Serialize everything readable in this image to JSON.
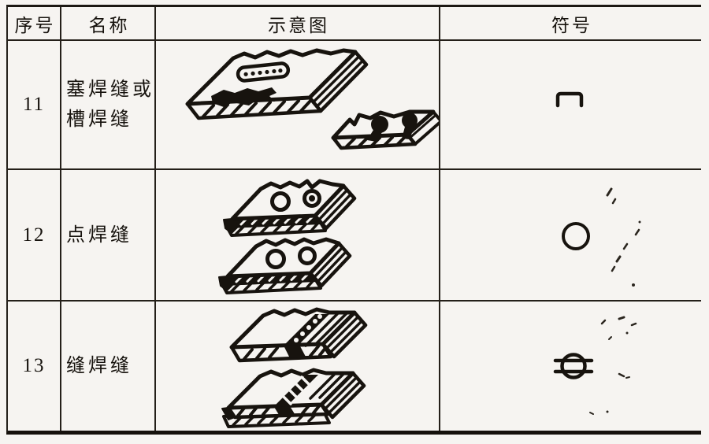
{
  "page": {
    "kind": "scanned weld-seam symbol reference table",
    "language": "zh-CN"
  },
  "colors": {
    "paper": "#f6f4f1",
    "ink": "#17130e"
  },
  "table": {
    "headers": [
      {
        "label": "序号"
      },
      {
        "label": "名称"
      },
      {
        "label": "示意图"
      },
      {
        "label": "符号"
      }
    ],
    "rows": [
      {
        "no": "11",
        "name": "塞焊缝或槽焊缝",
        "schematic": "slot-weld-and-plug-weld-plates",
        "symbol": "plug-weld-symbol"
      },
      {
        "no": "12",
        "name": "点焊缝",
        "schematic": "spot-weld-plates",
        "symbol": "spot-weld-symbol"
      },
      {
        "no": "13",
        "name": "缝焊缝",
        "schematic": "seam-weld-plates",
        "symbol": "seam-weld-symbol"
      }
    ]
  }
}
